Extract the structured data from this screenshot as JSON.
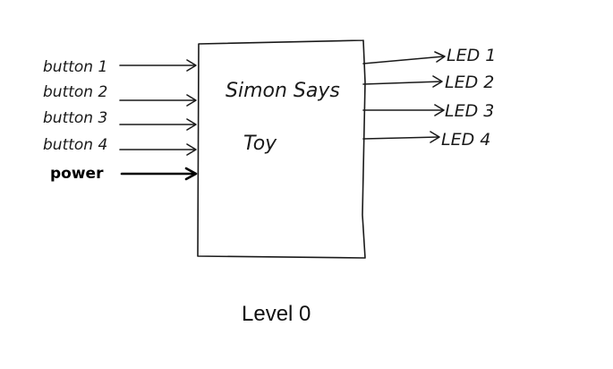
{
  "diagram": {
    "block_label_line1": "Simon Says",
    "block_label_line2": "Toy",
    "inputs": [
      {
        "label": "button 1"
      },
      {
        "label": "button 2"
      },
      {
        "label": "button 3"
      },
      {
        "label": "button 4"
      },
      {
        "label": "power",
        "emphasis": "bold"
      }
    ],
    "outputs": [
      {
        "label": "LED 1"
      },
      {
        "label": "LED 2"
      },
      {
        "label": "LED 3"
      },
      {
        "label": "LED 4"
      }
    ],
    "caption": "Level 0",
    "colors": {
      "ink": "#1a1a1a",
      "background": "#ffffff"
    }
  }
}
